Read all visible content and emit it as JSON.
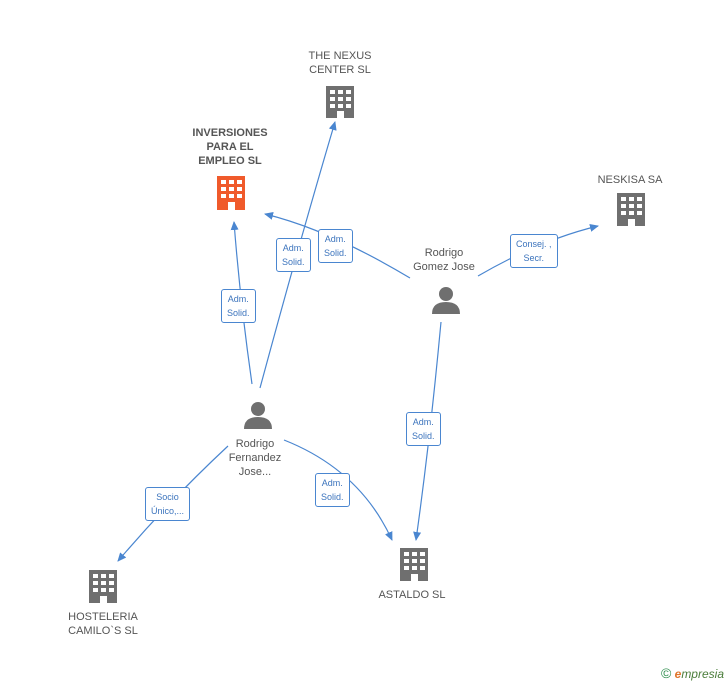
{
  "colors": {
    "edge": "#4a86d0",
    "building": "#6f6f6f",
    "building_main": "#f05a2b",
    "person": "#6f6f6f"
  },
  "nodes": {
    "the_nexus": {
      "label": "THE NEXUS\nCENTER SL",
      "icon": "building-icon"
    },
    "inversiones": {
      "label": "INVERSIONES\nPARA EL\nEMPLEO SL",
      "icon": "building-icon",
      "highlight": true
    },
    "neskisa": {
      "label": "NESKISA SA",
      "icon": "building-icon"
    },
    "rodrigo_gomez": {
      "label": "Rodrigo\nGomez Jose",
      "icon": "person-icon"
    },
    "rodrigo_fernandez": {
      "label": "Rodrigo\nFernandez\nJose...",
      "icon": "person-icon"
    },
    "hosteleria": {
      "label": "HOSTELERIA\nCAMILO`S SL",
      "icon": "building-icon"
    },
    "astaldo": {
      "label": "ASTALDO SL",
      "icon": "building-icon"
    }
  },
  "edges": {
    "rf_nexus": "Adm.\nSolid.",
    "rf_inversiones": "Adm.\nSolid.",
    "rg_inversiones": "Adm.\nSolid.",
    "rg_neskisa": "Consej. ,\nSecr.",
    "rg_astaldo": "Adm.\nSolid.",
    "rf_hosteleria": "Socio\nÚnico,...",
    "rf_astaldo": "Adm.\nSolid."
  },
  "footer": {
    "copyright": "©",
    "brand_e": "e",
    "brand_rest": "mpresia"
  }
}
